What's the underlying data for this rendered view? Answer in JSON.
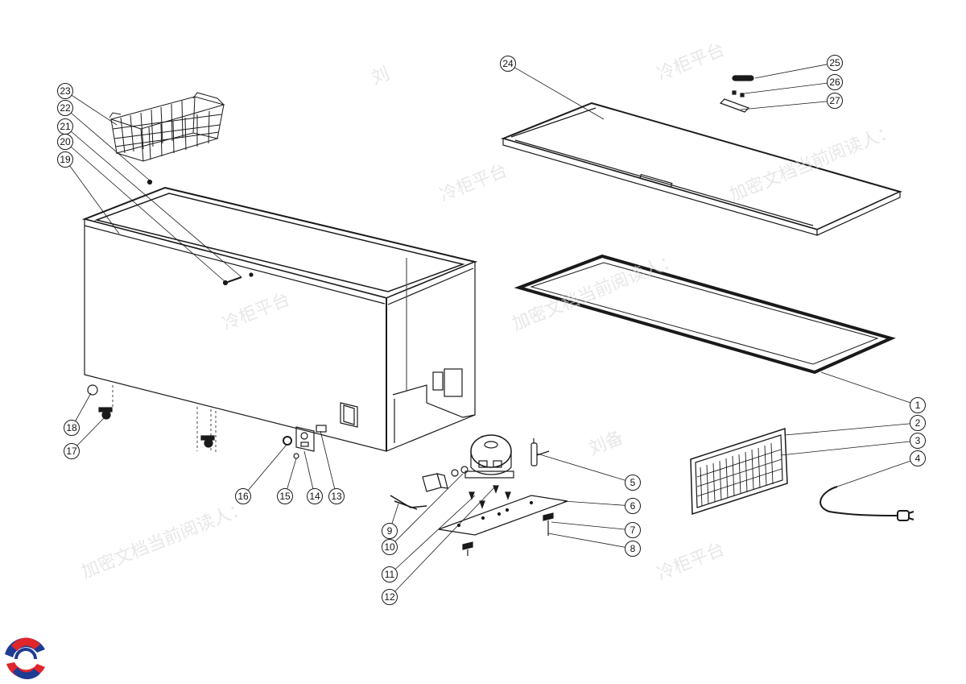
{
  "diagram": {
    "callouts": [
      {
        "id": "1",
        "label": "1"
      },
      {
        "id": "2",
        "label": "2"
      },
      {
        "id": "3",
        "label": "3"
      },
      {
        "id": "4",
        "label": "4"
      },
      {
        "id": "5",
        "label": "5"
      },
      {
        "id": "6",
        "label": "6"
      },
      {
        "id": "7",
        "label": "7"
      },
      {
        "id": "8",
        "label": "8"
      },
      {
        "id": "9",
        "label": "9"
      },
      {
        "id": "10",
        "label": "10"
      },
      {
        "id": "11",
        "label": "11"
      },
      {
        "id": "12",
        "label": "12"
      },
      {
        "id": "13",
        "label": "13"
      },
      {
        "id": "14",
        "label": "14"
      },
      {
        "id": "15",
        "label": "15"
      },
      {
        "id": "16",
        "label": "16"
      },
      {
        "id": "17",
        "label": "17"
      },
      {
        "id": "18",
        "label": "18"
      },
      {
        "id": "19",
        "label": "19"
      },
      {
        "id": "20",
        "label": "20"
      },
      {
        "id": "21",
        "label": "21"
      },
      {
        "id": "22",
        "label": "22"
      },
      {
        "id": "23",
        "label": "23"
      },
      {
        "id": "24",
        "label": "24"
      },
      {
        "id": "25",
        "label": "25"
      },
      {
        "id": "26",
        "label": "26"
      },
      {
        "id": "27",
        "label": "27"
      }
    ],
    "watermarks": [
      "加密文档当前阅读人：",
      "冷柜平台",
      "刘",
      "刘备"
    ]
  },
  "colors": {
    "line": "#1a1a1a",
    "watermark": "#d8d8d8",
    "logo_red": "#e0252b",
    "logo_blue": "#1f3c93"
  },
  "icons": {
    "logo": "brand-logo-icon"
  }
}
